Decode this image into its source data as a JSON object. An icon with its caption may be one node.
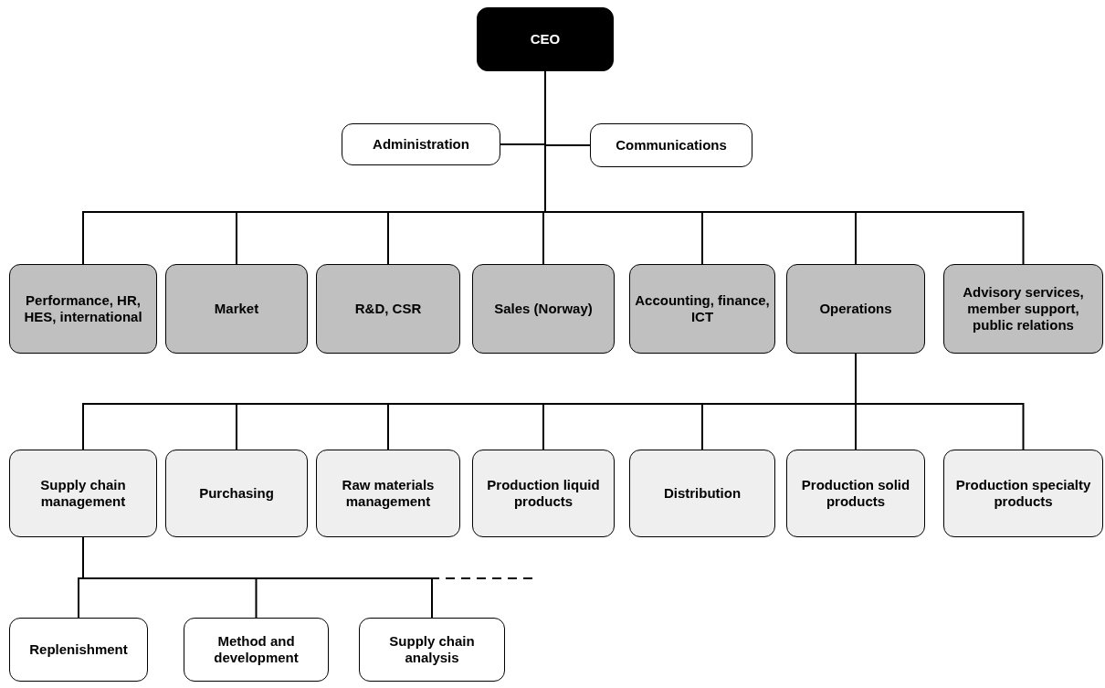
{
  "diagram": {
    "nodes": [
      {
        "text": [
          "CEO"
        ]
      },
      {
        "text": [
          "Administration"
        ]
      },
      {
        "text": [
          "Communications"
        ]
      },
      {
        "text": [
          "Performance, HR, HES, international"
        ]
      },
      {
        "text": [
          "Market"
        ]
      },
      {
        "text": [
          "R&D, CSR"
        ]
      },
      {
        "text": [
          "Sales (Norway)"
        ]
      },
      {
        "text": [
          "Accounting, finance, ICT"
        ]
      },
      {
        "text": [
          "Operations"
        ]
      },
      {
        "text": [
          "Advisory services, member support, public relations"
        ]
      },
      {
        "text": [
          "Supply chain management"
        ]
      },
      {
        "text": [
          "Purchasing"
        ]
      },
      {
        "text": [
          "Raw materials management"
        ]
      },
      {
        "text": [
          "Production liquid products"
        ]
      },
      {
        "text": [
          "Distribution"
        ]
      },
      {
        "text": [
          "Production solid products"
        ]
      },
      {
        "text": [
          "Production specialty products"
        ]
      },
      {
        "text": [
          "Replenishment"
        ]
      },
      {
        "text": [
          "Method and development"
        ]
      },
      {
        "text": [
          "Supply chain analysis"
        ]
      }
    ],
    "edges": [
      {
        "from": 0,
        "to": 1,
        "arrow": "none"
      },
      {
        "from": 0,
        "to": 2,
        "arrow": "none"
      },
      {
        "from": 0,
        "to": 3,
        "arrow": "none"
      },
      {
        "from": 0,
        "to": 4,
        "arrow": "none"
      },
      {
        "from": 0,
        "to": 5,
        "arrow": "none"
      },
      {
        "from": 0,
        "to": 6,
        "arrow": "none"
      },
      {
        "from": 0,
        "to": 7,
        "arrow": "none"
      },
      {
        "from": 0,
        "to": 8,
        "arrow": "none"
      },
      {
        "from": 0,
        "to": 9,
        "arrow": "none"
      },
      {
        "from": 8,
        "to": 10,
        "arrow": "none"
      },
      {
        "from": 8,
        "to": 11,
        "arrow": "none"
      },
      {
        "from": 8,
        "to": 12,
        "arrow": "none"
      },
      {
        "from": 8,
        "to": 13,
        "arrow": "none"
      },
      {
        "from": 8,
        "to": 14,
        "arrow": "none"
      },
      {
        "from": 8,
        "to": 15,
        "arrow": "none"
      },
      {
        "from": 8,
        "to": 16,
        "arrow": "none"
      },
      {
        "from": 10,
        "to": 17,
        "arrow": "none"
      },
      {
        "from": 10,
        "to": 18,
        "arrow": "none"
      },
      {
        "from": 10,
        "to": 19,
        "arrow": "none"
      },
      {
        "from": 10,
        "to": null,
        "arrow": "none",
        "style": "dashed"
      }
    ]
  }
}
